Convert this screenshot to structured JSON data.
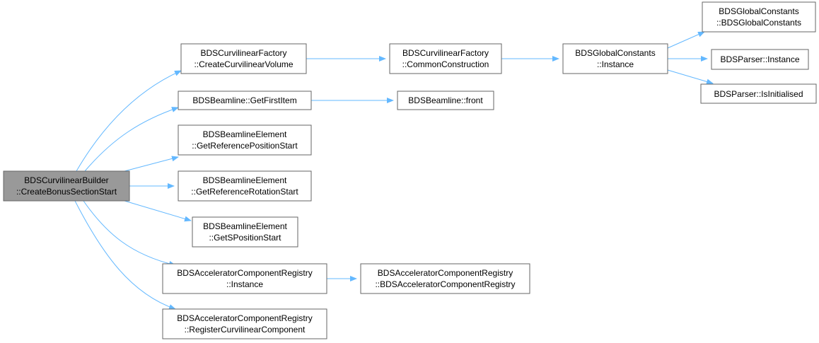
{
  "colors": {
    "edge": "#63b8ff",
    "node_border": "#666666",
    "node_fill": "#ffffff",
    "root_fill": "#999999"
  },
  "nodes": {
    "root": [
      "BDSCurvilinearBuilder",
      "::CreateBonusSectionStart"
    ],
    "create_curvilinear_volume": [
      "BDSCurvilinearFactory",
      "::CreateCurvilinearVolume"
    ],
    "common_construction": [
      "BDSCurvilinearFactory",
      "::CommonConstruction"
    ],
    "global_constants_instance": [
      "BDSGlobalConstants",
      "::Instance"
    ],
    "global_constants_ctor": [
      "BDSGlobalConstants",
      "::BDSGlobalConstants"
    ],
    "parser_instance": [
      "BDSParser::Instance"
    ],
    "parser_is_initialised": [
      "BDSParser::IsInitialised"
    ],
    "get_first_item": [
      "BDSBeamline::GetFirstItem"
    ],
    "beamline_front": [
      "BDSBeamline::front"
    ],
    "ref_position_start": [
      "BDSBeamlineElement",
      "::GetReferencePositionStart"
    ],
    "ref_rotation_start": [
      "BDSBeamlineElement",
      "::GetReferenceRotationStart"
    ],
    "s_position_start": [
      "BDSBeamlineElement",
      "::GetSPositionStart"
    ],
    "registry_instance": [
      "BDSAcceleratorComponentRegistry",
      "::Instance"
    ],
    "registry_ctor": [
      "BDSAcceleratorComponentRegistry",
      "::BDSAcceleratorComponentRegistry"
    ],
    "register_curvilinear": [
      "BDSAcceleratorComponentRegistry",
      "::RegisterCurvilinearComponent"
    ]
  }
}
